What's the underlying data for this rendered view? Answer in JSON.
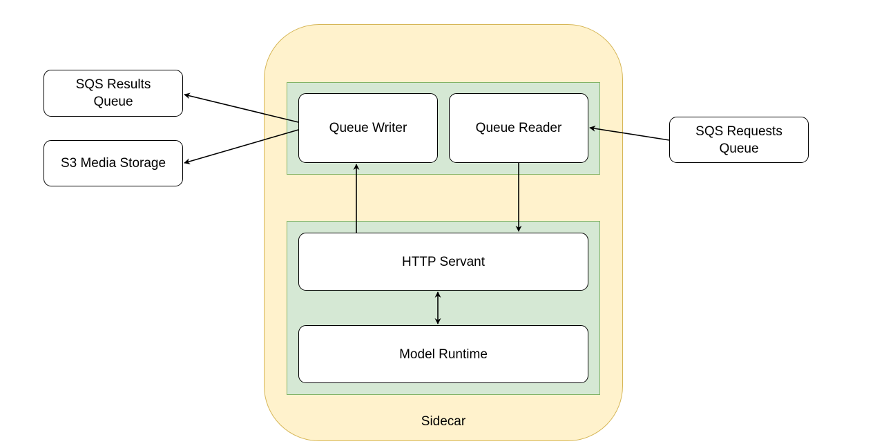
{
  "container": {
    "label": "Sidecar",
    "fill": "#fff2cc",
    "stroke": "#d6b656"
  },
  "groups": {
    "fill": "#d5e8d4",
    "stroke": "#82b366"
  },
  "nodes": {
    "queue_writer": "Queue Writer",
    "queue_reader": "Queue Reader",
    "http_servant": "HTTP Servant",
    "model_runtime": "Model Runtime",
    "sqs_results": "SQS Results\nQueue",
    "s3_storage": "S3 Media Storage",
    "sqs_requests": "SQS Requests\nQueue"
  },
  "edges": [
    {
      "from": "Queue Writer",
      "to": "SQS Results Queue"
    },
    {
      "from": "Queue Writer",
      "to": "S3 Media Storage"
    },
    {
      "from": "SQS Requests Queue",
      "to": "Queue Reader"
    },
    {
      "from": "Queue Reader",
      "to": "HTTP Servant"
    },
    {
      "from": "HTTP Servant",
      "to": "Queue Writer"
    },
    {
      "from": "HTTP Servant",
      "to": "Model Runtime",
      "bidirectional": true
    }
  ]
}
